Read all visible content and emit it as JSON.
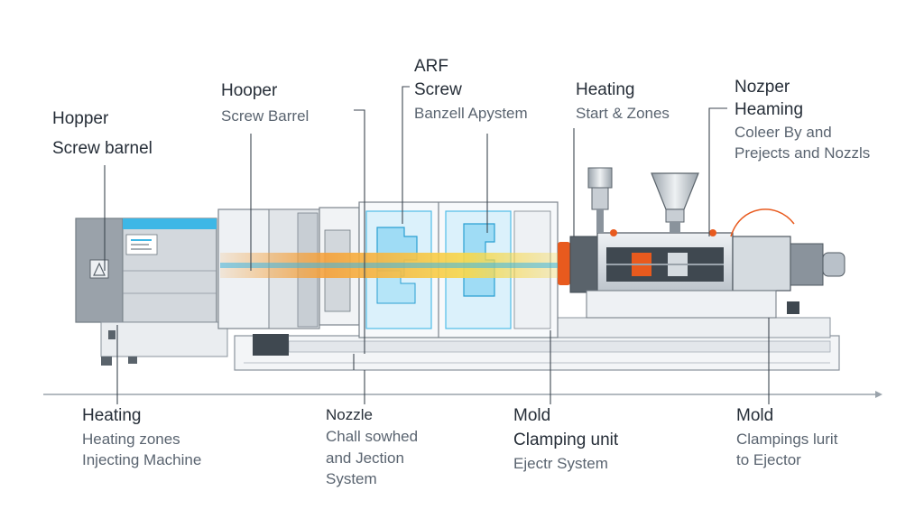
{
  "labels": {
    "top_far_left": {
      "title": "Hopper",
      "lines": [
        "Screw barnel"
      ]
    },
    "top_left": {
      "title": "Hooper",
      "lines": [
        "Screw Barrel"
      ]
    },
    "top_center": {
      "title": "ARF",
      "lines": [
        "Screw",
        "Banzell Apystem"
      ]
    },
    "top_right": {
      "title": "Heating",
      "lines": [
        "Start & Zones"
      ]
    },
    "top_far_right": {
      "title": "Nozper",
      "lines": [
        "Heaming",
        "Coleer By and",
        "Prejects and Nozzls"
      ]
    },
    "bottom_left": {
      "title": "Heating",
      "lines": [
        "Heating zones",
        "Injecting Machine"
      ]
    },
    "bottom_center": {
      "title": "Nozzle",
      "lines": [
        "Chall sowhed",
        "and Jection",
        "System"
      ]
    },
    "bottom_right": {
      "title": "Mold",
      "lines": [
        "Clamping unit",
        "Ejectr System"
      ]
    },
    "bottom_far_right": {
      "title": "Mold",
      "lines": [
        "Clampings lurit",
        "to Ejector"
      ]
    }
  },
  "colors": {
    "machine_body": "#d9dde2",
    "machine_dark": "#8a939c",
    "accent_blue": "#3db7e6",
    "heat_orange": "#f6a13a",
    "heat_yellow": "#f8d84a",
    "nozzle_red": "#e85a1e",
    "leader_line": "#3d4650"
  }
}
